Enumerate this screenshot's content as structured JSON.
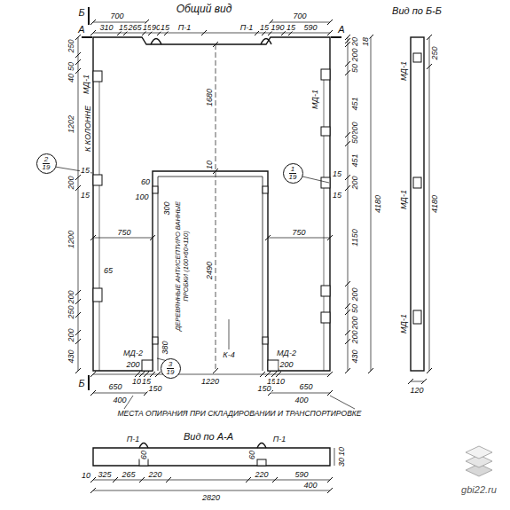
{
  "diagram": {
    "nodes": [
      {
        "text": [
          "2",
          "19"
        ]
      },
      {
        "text": [
          "1",
          "19"
        ]
      },
      {
        "text": [
          "3",
          "19"
        ]
      }
    ],
    "labels": [
      "Б",
      "700",
      "Общий вид",
      "700",
      "Вид по Б-Б",
      "А",
      "А",
      "310",
      "15",
      "265",
      "15",
      "90",
      "15",
      "П-1",
      "П-1",
      "15",
      "190",
      "15",
      "590",
      "250",
      "50",
      "40",
      "1202",
      "200",
      "1200",
      "200",
      "250",
      "200",
      "430",
      "МД-1",
      "К КОЛОННЕ",
      "15",
      "15",
      "65",
      "1680",
      "10",
      "2490",
      "300",
      "100",
      "60",
      "750",
      "750",
      "ДЕРЕВЯННЫЕ АНТИСЕПТИРО ВАННЫЕ ПРОБКИ (100×60×110)",
      "МД-1",
      "20",
      "18",
      "200",
      "50",
      "451",
      "200",
      "50",
      "451",
      "200",
      "15",
      "15",
      "1150",
      "200",
      "50",
      "200",
      "200",
      "430",
      "4180",
      "МД-1",
      "МД-1",
      "МД-1",
      "250",
      "4180",
      "120",
      "МД-2",
      "МД-2",
      "200",
      "200",
      "380",
      "К-4",
      "10",
      "15",
      "150",
      "1220",
      "150",
      "15",
      "10",
      "650",
      "650",
      "400",
      "400",
      "МЕСТА ОПИРАНИЯ ПРИ СКЛАДИРОВАНИИ И ТРАНСПОРТИРОВКЕ",
      "Б",
      "Вид по А-А",
      "П-1",
      "П-1",
      "10",
      "325",
      "265",
      "220",
      "220",
      "590",
      "400",
      "2820",
      "60",
      "60",
      "10",
      "30",
      "gbi22.ru"
    ]
  }
}
